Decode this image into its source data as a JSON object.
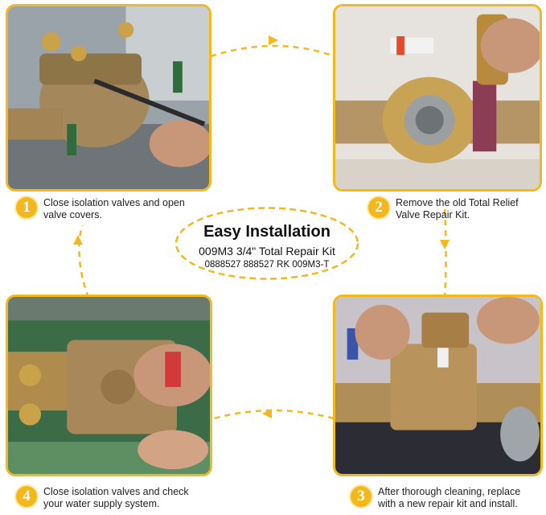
{
  "center": {
    "title": "Easy Installation",
    "subtitle": "009M3 3/4\" Total Repair Kit",
    "part_numbers": "0888527 888527 RK 009M3-T"
  },
  "steps": [
    {
      "number": "1",
      "text": "Close isolation valves and open valve covers."
    },
    {
      "number": "2",
      "text": "Remove the old Total Relief Valve Repair Kit."
    },
    {
      "number": "3",
      "text": "After thorough cleaning, replace with a new repair kit and install."
    },
    {
      "number": "4",
      "text": "Close isolation valves and check your water supply system."
    }
  ],
  "colors": {
    "accent": "#f4b81c",
    "text": "#222222"
  }
}
